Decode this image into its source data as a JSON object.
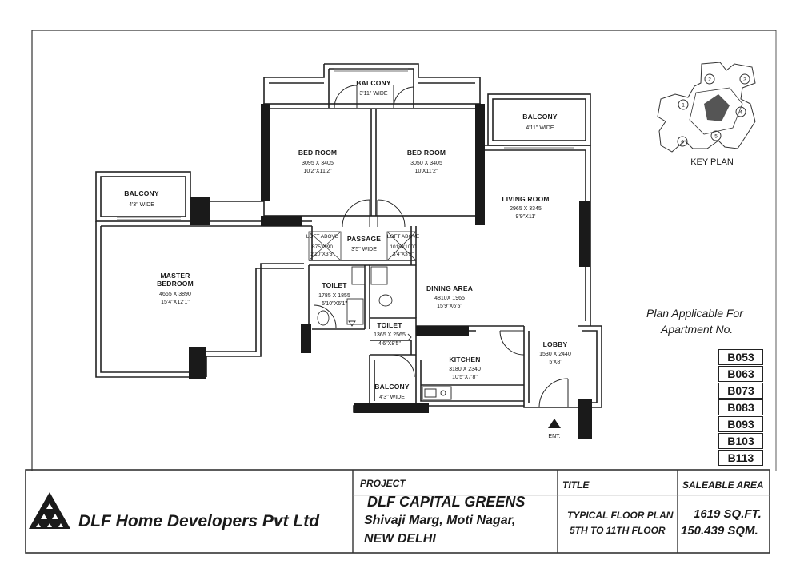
{
  "plan": {
    "rooms": {
      "master_bedroom": {
        "name": "MASTER BEDROOM",
        "name_l1": "MASTER",
        "name_l2": "BEDROOM",
        "dim_mm": "4665 X 3890",
        "dim_ft": "15'4\"X12'1\""
      },
      "bedroom1": {
        "name": "BED ROOM",
        "dim_mm": "3095 X 3405",
        "dim_ft": "10'2\"X11'2\""
      },
      "bedroom2": {
        "name": "BED ROOM",
        "dim_mm": "3050 X 3405",
        "dim_ft": "10'X11'2\""
      },
      "living": {
        "name": "LIVING ROOM",
        "dim_mm": "2965 X 3345",
        "dim_ft": "9'9\"X11'"
      },
      "dining": {
        "name": "DINING AREA",
        "dim_mm": "4810X 1965",
        "dim_ft": "15'9\"X6'5\""
      },
      "kitchen": {
        "name": "KITCHEN",
        "dim_mm": "3180 X 2340",
        "dim_ft": "10'5\"X7'8\""
      },
      "lobby": {
        "name": "LOBBY",
        "dim_mm": "1530 X 2440",
        "dim_ft": "5'X8'"
      },
      "passage": {
        "name": "PASSAGE",
        "width": "3'5\" WIDE"
      },
      "toilet1": {
        "name": "TOILET",
        "dim_mm": "1785 X 1855",
        "dim_ft": "5'10\"X6'1\""
      },
      "toilet2": {
        "name": "TOILET",
        "dim_mm": "1365 X 2565",
        "dim_ft": "4'6\"X8'5\""
      },
      "loft1": {
        "label": "LOFT ABOVE",
        "dim_mm": "875X990",
        "dim_ft": "2'10\"X3'3\""
      },
      "loft2": {
        "label": "LOFT ABOVE",
        "dim_mm": "1018X1000",
        "dim_ft": "3'4\"X3'3\""
      },
      "balcony_top": {
        "name": "BALCONY",
        "width": "3'11\" WIDE"
      },
      "balcony_right": {
        "name": "BALCONY",
        "width": "4'11\" WIDE"
      },
      "balcony_left": {
        "name": "BALCONY",
        "width": "4'3\" WIDE"
      },
      "balcony_kitchen": {
        "name": "BALCONY",
        "width": "4'3\" WIDE"
      }
    },
    "entrance": "ENT."
  },
  "key_plan": {
    "label": "KEY PLAN",
    "units": [
      "1",
      "2",
      "3",
      "4",
      "5",
      "6"
    ]
  },
  "applicable": {
    "line1": "Plan Applicable For",
    "line2": "Apartment No.",
    "apartments": [
      "B053",
      "B063",
      "B073",
      "B083",
      "B093",
      "B103",
      "B113"
    ]
  },
  "title_block": {
    "company": "DLF Home Developers Pvt Ltd",
    "project_label": "PROJECT",
    "project_name": "DLF CAPITAL GREENS",
    "address1": "Shivaji Marg, Moti Nagar,",
    "address2": "NEW DELHI",
    "title_label": "TITLE",
    "title_line1": "TYPICAL FLOOR PLAN",
    "title_line2": "5TH TO 11TH FLOOR",
    "area_label": "SALEABLE AREA",
    "area_sqft": "1619 SQ.FT.",
    "area_sqm": "150.439 SQM."
  }
}
